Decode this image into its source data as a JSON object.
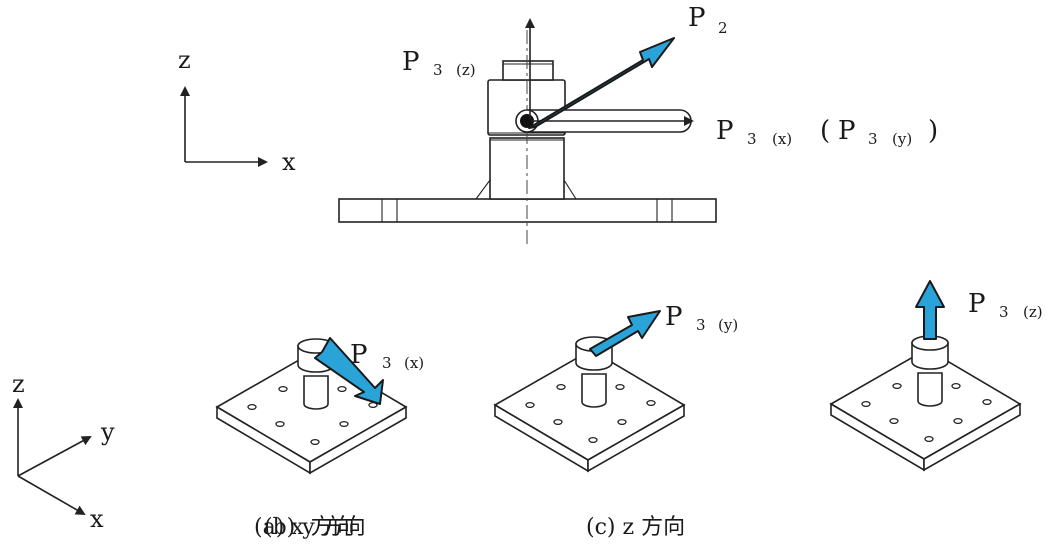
{
  "colors": {
    "force_arrow": "#2aa4d8",
    "line": "#222222"
  },
  "top": {
    "axis_x": "x",
    "axis_z": "z",
    "label_p2": "P",
    "label_p2_sub": "2",
    "label_p3z": "P",
    "label_p3z_num": "3",
    "label_p3z_sub": "(z)",
    "label_p3x": "P",
    "label_p3x_num": "3",
    "label_p3x_sub": "(x)",
    "label_p3y_open": "(",
    "label_p3y": "P",
    "label_p3y_num": "3",
    "label_p3y_sub": "(y)",
    "label_p3y_close": ")"
  },
  "bottom": {
    "axis_x": "x",
    "axis_y": "y",
    "axis_z": "z",
    "panels": [
      {
        "caption": "(a) x 方向",
        "force_p": "P",
        "force_num": "3",
        "force_sub": "(x)"
      },
      {
        "caption": "(b)  y 方向",
        "force_p": "P",
        "force_num": "3",
        "force_sub": "(y)"
      },
      {
        "caption": "(c)  z 方向",
        "force_p": "P",
        "force_num": "3",
        "force_sub": "(z)"
      }
    ]
  }
}
